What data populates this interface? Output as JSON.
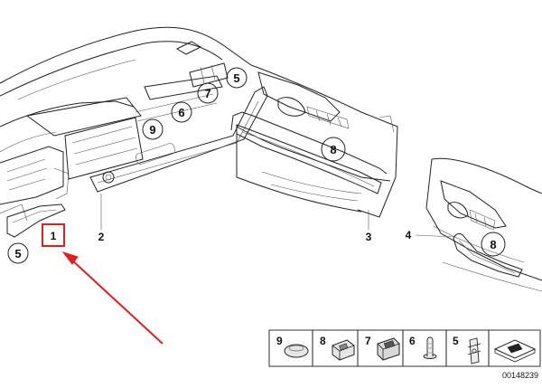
{
  "diagram": {
    "callouts": {
      "trim_5_left": "5",
      "trim_5_top": "5",
      "part_6": "6",
      "part_7": "7",
      "part_8_door": "8",
      "part_8_rear": "8",
      "part_9": "9"
    },
    "part_labels": {
      "part_1": "1",
      "part_2": "2",
      "part_3": "3",
      "part_4": "4"
    },
    "legend": [
      {
        "number": "9",
        "icon": "rubber-plug-icon"
      },
      {
        "number": "8",
        "icon": "trim-clip-icon"
      },
      {
        "number": "7",
        "icon": "clip-bracket-icon"
      },
      {
        "number": "6",
        "icon": "expanding-rivet-icon"
      },
      {
        "number": "5",
        "icon": "spring-nut-icon"
      },
      {
        "number": "",
        "icon": "fastener-kit-icon"
      }
    ],
    "diagram_id": "00148239",
    "highlight_color": "#e02020"
  }
}
